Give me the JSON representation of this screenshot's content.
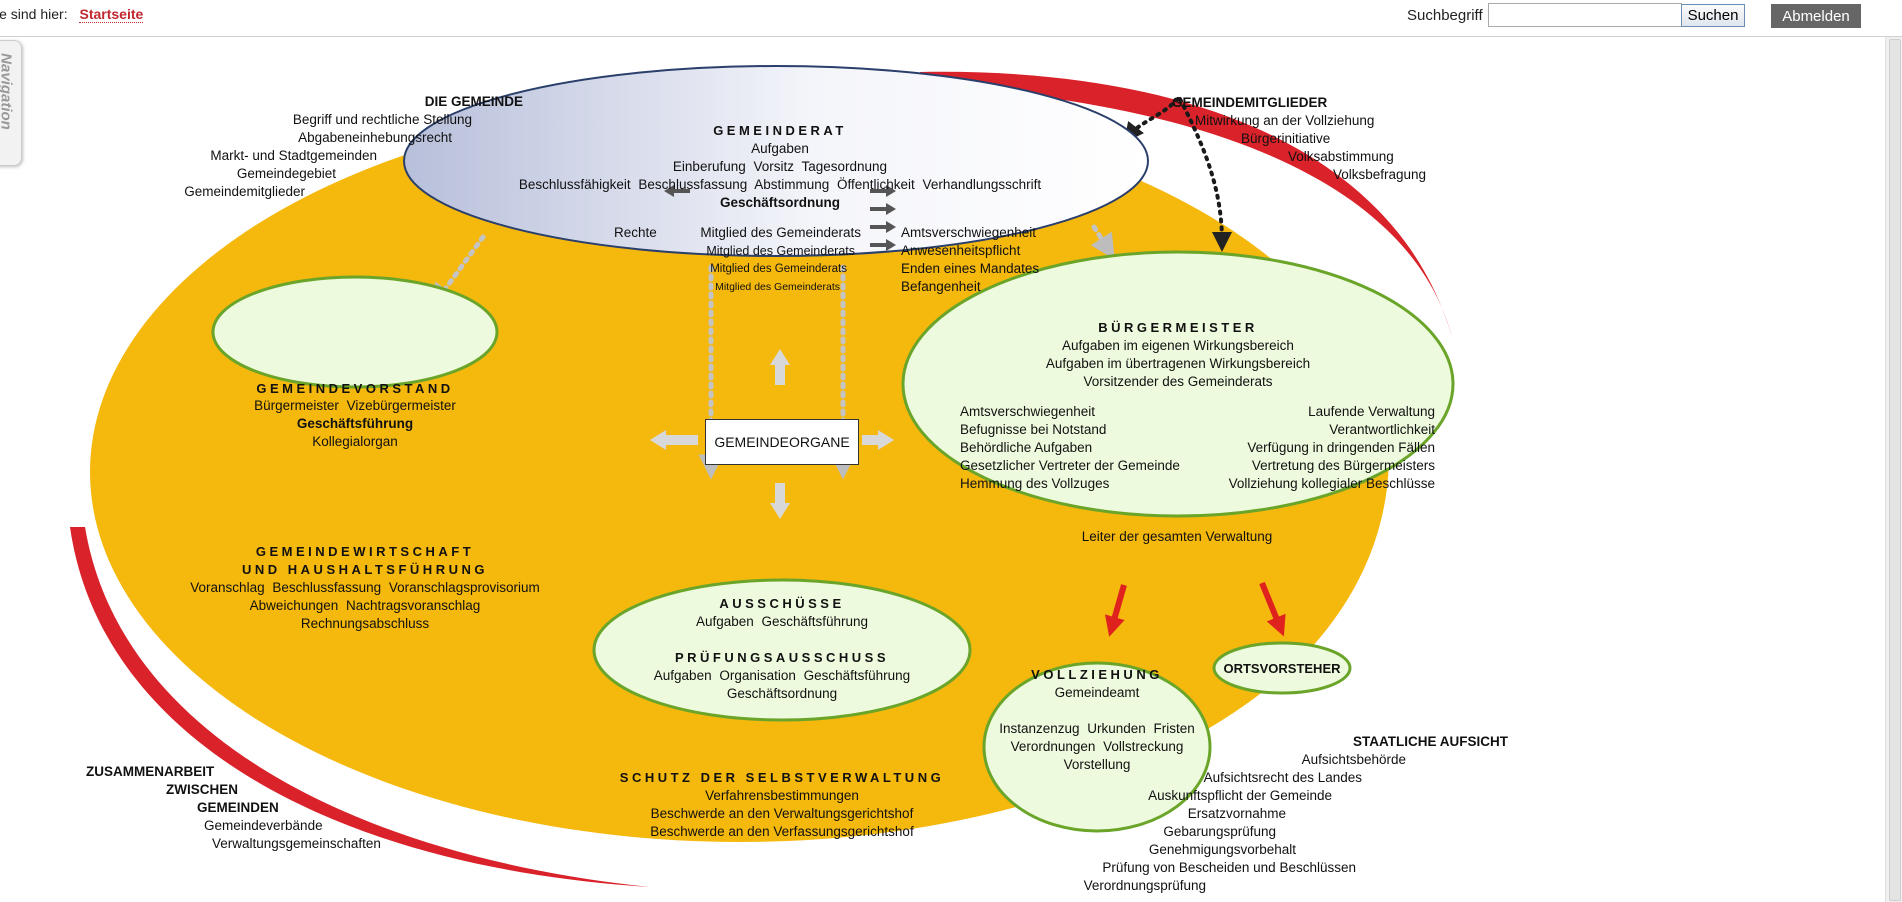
{
  "header": {
    "breadcrumb_prefix": "ie sind hier:",
    "breadcrumb_link": "Startseite",
    "search_label": "Suchbegriff",
    "search_value": "",
    "search_button": "Suchen",
    "logout_button": "Abmelden",
    "nav_tab": "Navigation"
  },
  "colors": {
    "ring_orange": "#f5b80d",
    "ring_red": "#d9222a",
    "ellipse_green": "#eefadd",
    "ellipse_border": "#6aa52a",
    "arrow_red": "#e0221f"
  },
  "gemeinde": {
    "title": "DIE GEMEINDE",
    "items": [
      "Begriff und rechtliche Stellung",
      "Abgabeneinhebungsrecht",
      "Markt- und Stadtgemeinden",
      "Gemeindegebiet",
      "Gemeindemitglieder"
    ]
  },
  "mitglieder": {
    "title": "GEMEINDEMITGLIEDER",
    "items": [
      "Mitwirkung an der Vollziehung",
      "Bürgerinitiative",
      "Volksabstimmung",
      "Volksbefragung"
    ]
  },
  "gemeinderat": {
    "title": "GEMEINDERAT",
    "line1": "Aufgaben",
    "line2": "Einberufung  Vorsitz  Tagesordnung",
    "line3": "Beschlussfähigkeit  Beschlussfassung  Abstimmung  Öffentlichkeit  Verhandlungsschrift",
    "bold": "Geschäftsordnung",
    "rechte": "Rechte",
    "member_label": "Mitglied des Gemeinderats",
    "duties": [
      "Amtsverschwiegenheit",
      "Anwesenheitspflicht",
      "Enden eines Mandates",
      "Befangenheit"
    ]
  },
  "vorstand": {
    "title": "GEMEINDEVORSTAND",
    "line1": "Bürgermeister  Vizebürgermeister",
    "bold": "Geschäftsführung",
    "line2": "Kollegialorgan"
  },
  "organe": "GEMEINDEORGANE",
  "buergermeister": {
    "title": "BÜRGERMEISTER",
    "lines": [
      "Aufgaben im eigenen Wirkungsbereich",
      "Aufgaben im übertragenen Wirkungsbereich",
      "Vorsitzender des Gemeinderats"
    ],
    "left": [
      "Amtsverschwiegenheit",
      "Befugnisse bei Notstand",
      "Behördliche Aufgaben",
      "Gesetzlicher Vertreter der Gemeinde",
      "Hemmung des Vollzuges"
    ],
    "right": [
      "Laufende Verwaltung",
      "Verantwortlichkeit",
      "Verfügung in dringenden Fällen",
      "Vertretung des Bürgermeisters",
      "Vollziehung kollegialer Beschlüsse"
    ],
    "bottom": "Leiter der gesamten Verwaltung"
  },
  "wirtschaft": {
    "title1": "GEMEINDEWIRTSCHAFT",
    "title2": "UND HAUSHALTSFÜHRUNG",
    "items": [
      "Voranschlag  Beschlussfassung  Voranschlagsprovisorium",
      "Abweichungen  Nachtragsvoranschlag",
      "Rechnungsabschluss"
    ]
  },
  "ausschuesse": {
    "title": "AUSSCHÜSSE",
    "line1": "Aufgaben  Geschäftsführung",
    "title2": "PRÜFUNGSAUSSCHUSS",
    "line2": "Aufgaben  Organisation  Geschäftsführung",
    "line3": "Geschäftsordnung"
  },
  "vollziehung": {
    "title": "VOLLZIEHUNG",
    "line1": "Gemeindeamt",
    "items": [
      "Instanzenzug  Urkunden  Fristen",
      "Verordnungen  Vollstreckung",
      "Vorstellung"
    ]
  },
  "ortsvorsteher": "ORTSVORSTEHER",
  "schutz": {
    "title": "SCHUTZ DER SELBSTVERWALTUNG",
    "items": [
      "Verfahrensbestimmungen",
      "Beschwerde an den Verwaltungsgerichtshof",
      "Beschwerde an den Verfassungsgerichtshof"
    ]
  },
  "zusammenarbeit": {
    "title": [
      "ZUSAMMENARBEIT",
      "ZWISCHEN",
      "GEMEINDEN"
    ],
    "items": [
      "Gemeindeverbände",
      "Verwaltungsgemeinschaften"
    ]
  },
  "aufsicht": {
    "title": "STAATLICHE AUFSICHT",
    "items": [
      "Aufsichtsbehörde",
      "Aufsichtsrecht des Landes",
      "Auskunftspflicht der Gemeinde",
      "Ersatzvornahme",
      "Gebarungsprüfung",
      "Genehmigungsvorbehalt",
      "Prüfung von Bescheiden und Beschlüssen",
      "Verordnungsprüfung"
    ]
  }
}
